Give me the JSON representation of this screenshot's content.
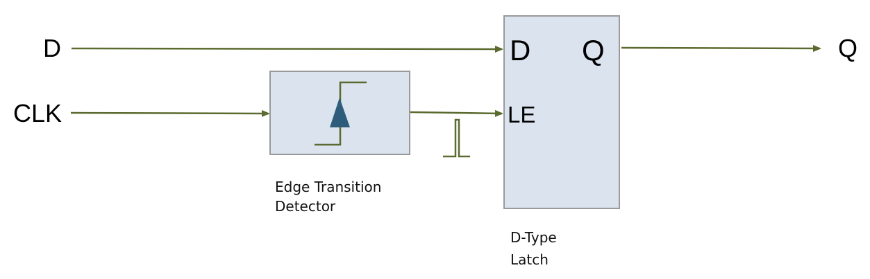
{
  "colors": {
    "wire": "#5b6a2e",
    "block_fill": "#dbe3ef",
    "block_border": "#9a9a9a",
    "edge_symbol": "#2e5d7b"
  },
  "signals": {
    "d_input": "D",
    "clk_input": "CLK",
    "q_output": "Q"
  },
  "edge_detector": {
    "caption_line1": "Edge Transition",
    "caption_line2": "Detector",
    "icon": "rising-edge-icon"
  },
  "latch": {
    "port_d": "D",
    "port_q": "Q",
    "port_le": "LE",
    "caption_line1": "D-Type",
    "caption_line2": "Latch"
  },
  "pulse_icon": "pulse-icon"
}
